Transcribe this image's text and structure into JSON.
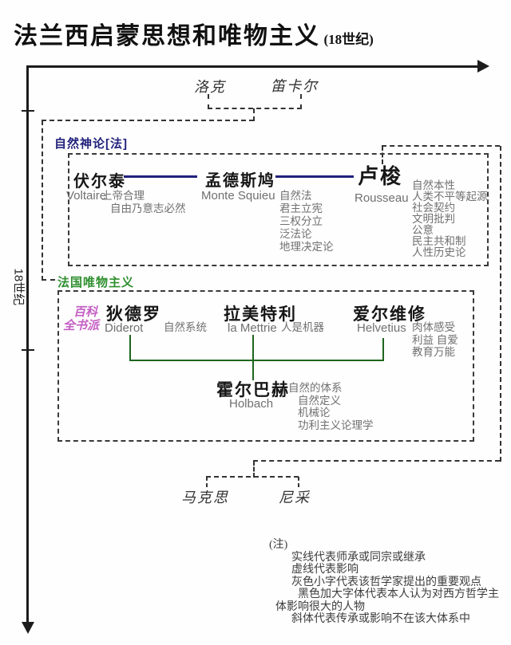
{
  "title": {
    "main": "法兰西启蒙思想和唯物主义",
    "sub": "(18世纪)"
  },
  "axis": {
    "label": "18世纪"
  },
  "top_influences": {
    "locke": "洛克",
    "descartes": "笛卡尔"
  },
  "deism": {
    "label": "自然神论[法]",
    "philosophers": [
      {
        "name": "伏尔泰",
        "latin": "Voltaire",
        "ideas": [
          "上帝合理",
          "自由乃意志必然"
        ]
      },
      {
        "name": "孟德斯鸠",
        "latin": "Monte Squieu",
        "ideas": [
          "自然法",
          "君主立宪",
          "三权分立",
          "泛法论",
          "地理决定论"
        ]
      },
      {
        "name": "卢梭",
        "latin": "Rousseau",
        "ideas": [
          "自然本性",
          "人类不平等起源",
          "社会契约",
          "文明批判",
          "公意",
          "民主共和制",
          "人性历史论"
        ]
      }
    ]
  },
  "materialism": {
    "label": "法国唯物主义",
    "badge": {
      "line1": "百科",
      "line2": "全书派"
    },
    "philosophers": [
      {
        "name": "狄德罗",
        "latin": "Diderot",
        "ideas": [
          "自然系统"
        ]
      },
      {
        "name": "拉美特利",
        "latin": "la Mettrie",
        "ideas": [
          "人是机器"
        ]
      },
      {
        "name": "爱尔维修",
        "latin": "Helvetius",
        "ideas": [
          "肉体感受",
          "利益 自爱",
          "教育万能"
        ]
      },
      {
        "name": "霍尔巴赫",
        "latin": "Holbach",
        "ideas": [
          "自然的体系",
          "自然定义",
          "机械论",
          "功利主义论理学"
        ]
      }
    ]
  },
  "bottom_influences": {
    "marx": "马克思",
    "nietzsche": "尼采"
  },
  "legend": {
    "title": "(注)",
    "lines": [
      "实线代表师承或同宗或继承",
      "虚线代表影响",
      "灰色小字代表该哲学家提出的重要观点",
      "黑色加大字体代表本人认为对西方哲学主",
      "体影响很大的人物",
      "斜体代表传承或影响不在该大体系中"
    ]
  },
  "colors": {
    "deism_accent": "#23237d",
    "materialism_accent": "#2f8f2f",
    "badge_accent": "#c45ec4",
    "idea_gray": "#707070",
    "line_black": "#1c1c1c"
  }
}
